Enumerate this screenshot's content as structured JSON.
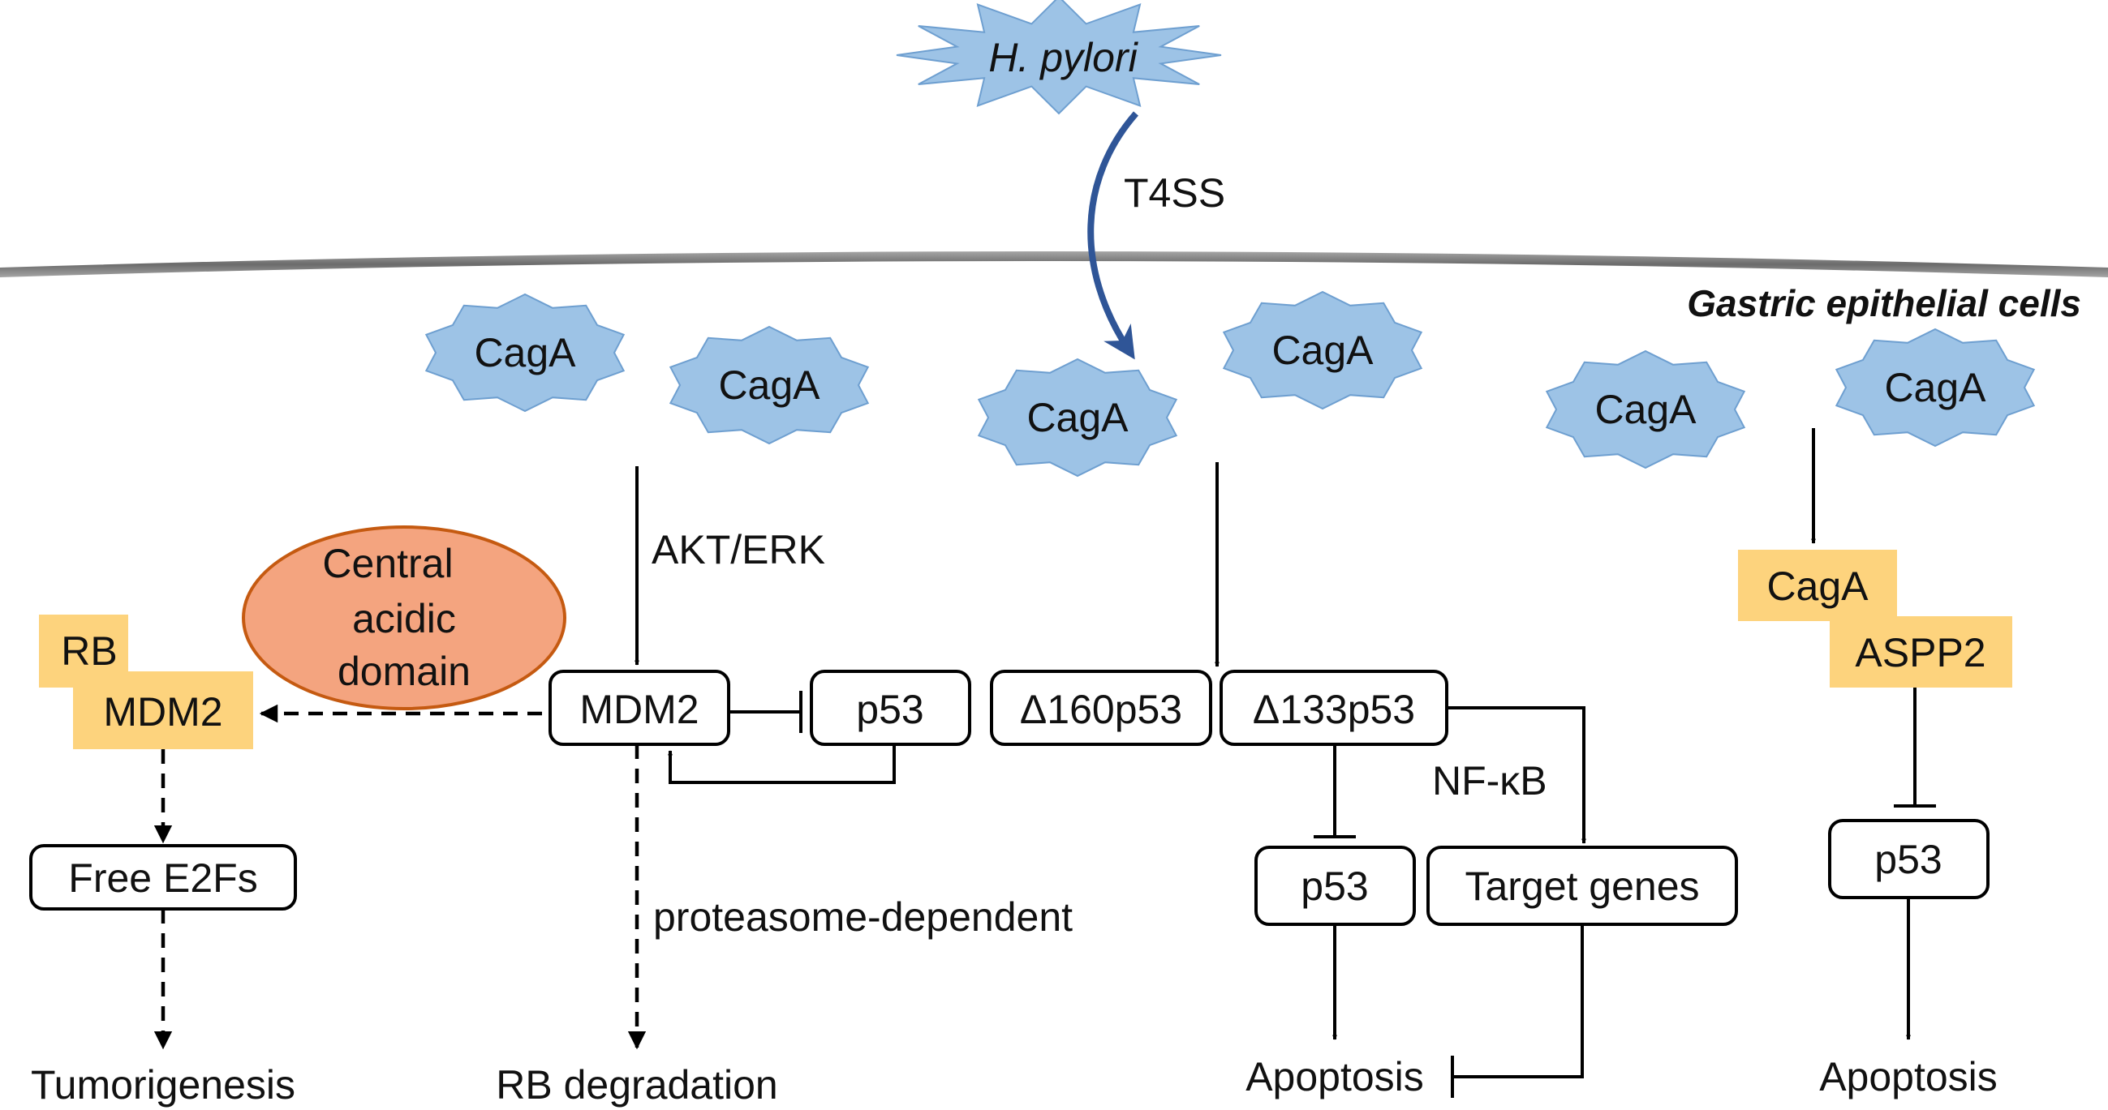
{
  "colors": {
    "cagA": "#9dc3e6",
    "cagA_outline": "#6e9fd0",
    "pylori_star": "#9dc3e6",
    "membrane": "#7f7f7f",
    "complex_fill": "#fdd37d",
    "acidic_domain_fill": "#f4a47f",
    "acidic_domain_outline": "#c55a11",
    "t4ss_arrow": "#2f5597"
  },
  "bacterium": {
    "label": "H. pylori",
    "icon": "star-burst-icon"
  },
  "transport": {
    "label": "T4SS"
  },
  "cell": {
    "label": "Gastric epithelial cells"
  },
  "cagA_label": "CagA",
  "pathways": {
    "left": {
      "signal_label": "AKT/ERK",
      "mdm2": "MDM2",
      "p53": "p53",
      "acidic_domain": {
        "line1": "Central",
        "line2": "acidic",
        "line3": "domain"
      },
      "complex": {
        "rb": "RB",
        "mdm2": "MDM2"
      },
      "free_e2fs": "Free E2Fs",
      "tumorigenesis": "Tumorigenesis",
      "proteasome": "proteasome-dependent",
      "rb_degradation": "RB degradation"
    },
    "middle": {
      "delta160": "Δ160p53",
      "delta133": "Δ133p53",
      "nfkb": "NF-κB",
      "p53": "p53",
      "target_genes": "Target genes",
      "apoptosis": "Apoptosis"
    },
    "right": {
      "complex": {
        "cagA": "CagA",
        "aspp2": "ASPP2"
      },
      "p53": "p53",
      "apoptosis": "Apoptosis"
    }
  }
}
